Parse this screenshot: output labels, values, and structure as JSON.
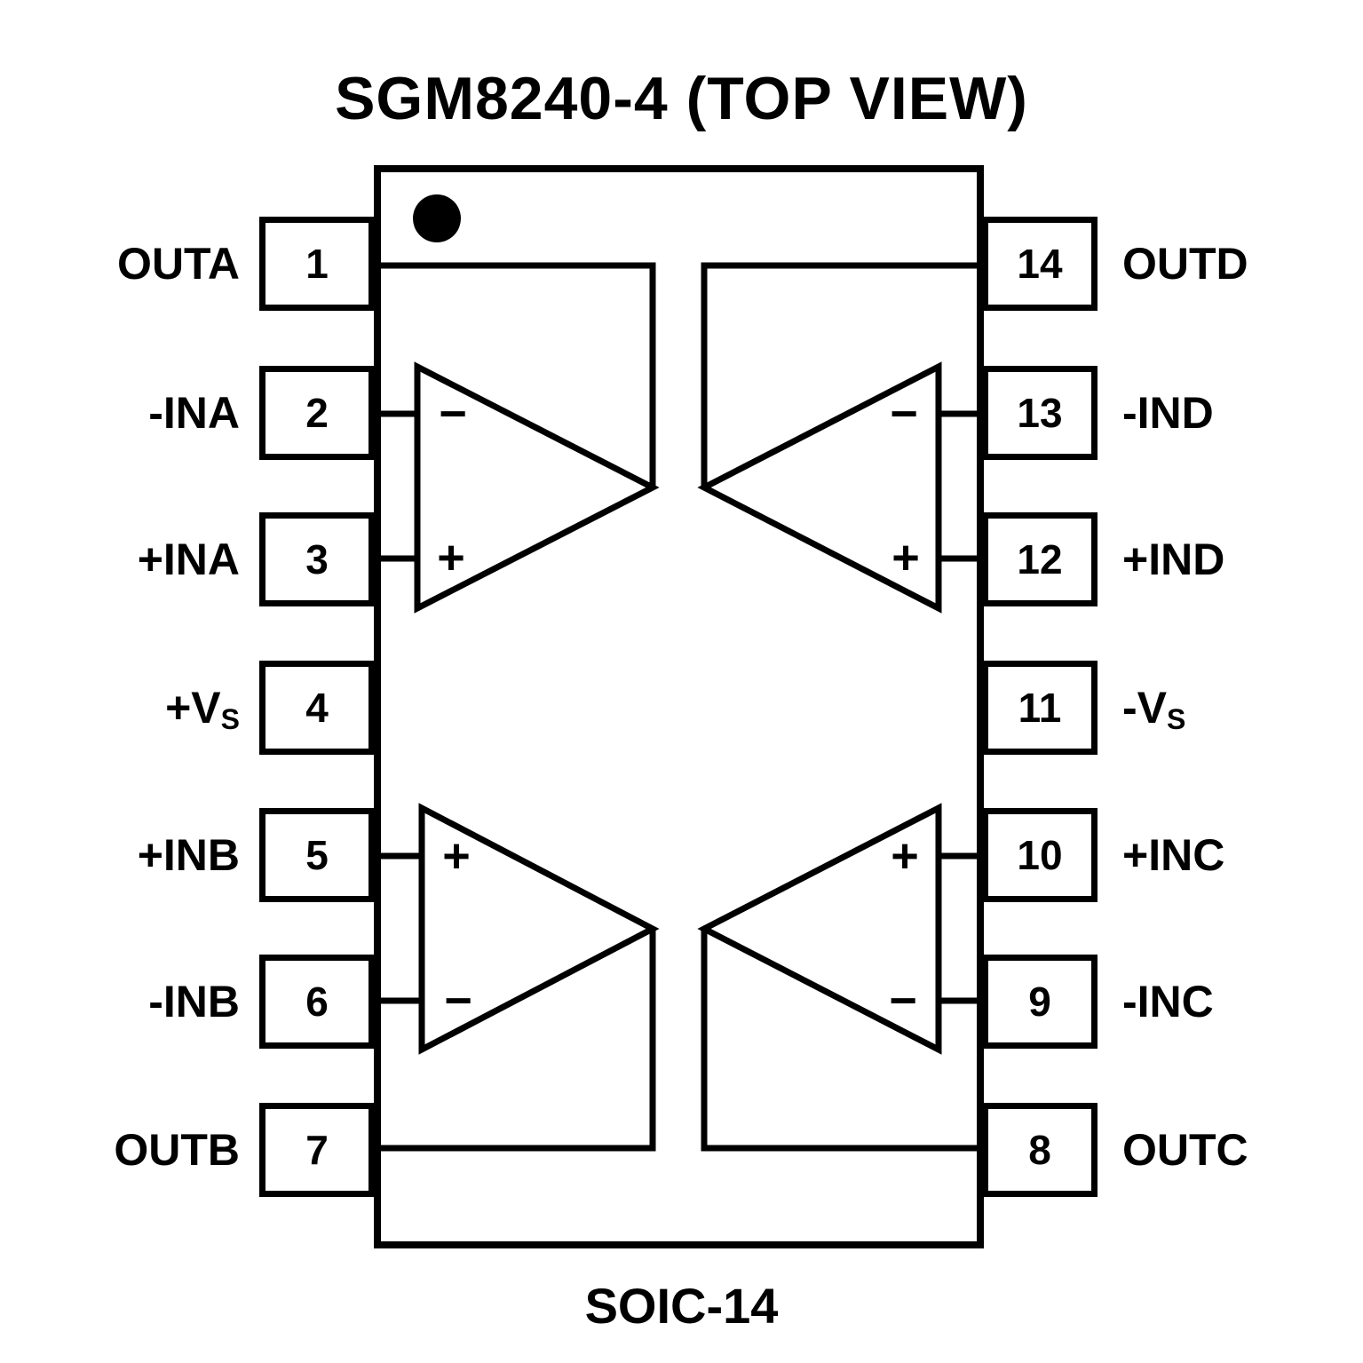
{
  "title": "SGM8240-4 (TOP VIEW)",
  "package_label": "SOIC-14",
  "left_pins": [
    {
      "num": "1",
      "label": "OUTA",
      "sub": ""
    },
    {
      "num": "2",
      "label": "-INA",
      "sub": ""
    },
    {
      "num": "3",
      "label": "+INA",
      "sub": ""
    },
    {
      "num": "4",
      "label": "+V",
      "sub": "S"
    },
    {
      "num": "5",
      "label": "+INB",
      "sub": ""
    },
    {
      "num": "6",
      "label": "-INB",
      "sub": ""
    },
    {
      "num": "7",
      "label": "OUTB",
      "sub": ""
    }
  ],
  "right_pins": [
    {
      "num": "14",
      "label": "OUTD",
      "sub": ""
    },
    {
      "num": "13",
      "label": "-IND",
      "sub": ""
    },
    {
      "num": "12",
      "label": "+IND",
      "sub": ""
    },
    {
      "num": "11",
      "label": "-V",
      "sub": "S"
    },
    {
      "num": "10",
      "label": "+INC",
      "sub": ""
    },
    {
      "num": "9",
      "label": "-INC",
      "sub": ""
    },
    {
      "num": "8",
      "label": "OUTC",
      "sub": ""
    }
  ],
  "opamps": {
    "a": {
      "top_sign": "−",
      "bottom_sign": "+"
    },
    "d": {
      "top_sign": "−",
      "bottom_sign": "+"
    },
    "b": {
      "top_sign": "+",
      "bottom_sign": "−"
    },
    "c": {
      "top_sign": "+",
      "bottom_sign": "−"
    }
  },
  "colors": {
    "line": "#000000",
    "background": "#ffffff"
  }
}
